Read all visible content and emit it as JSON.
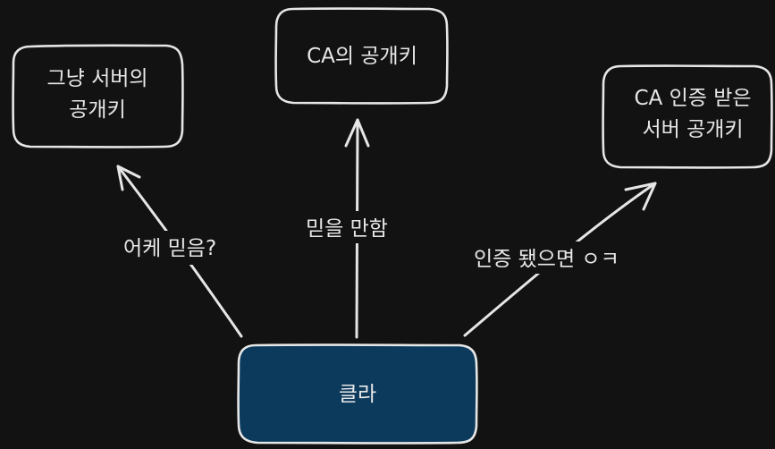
{
  "diagram": {
    "nodes": {
      "client": {
        "label": "클라"
      },
      "server_key": {
        "line1": "그냥 서버의",
        "line2": "공개키"
      },
      "ca_key": {
        "label": "CA의 공개키"
      },
      "ca_server_key": {
        "line1": "CA 인증 받은",
        "line2": "서버 공개키"
      }
    },
    "edges": {
      "to_server_key": {
        "label": "어케 믿음?"
      },
      "to_ca_key": {
        "label": "믿을 만함"
      },
      "to_ca_server_key": {
        "label": "인증 됐으면 ㅇㅋ"
      }
    }
  },
  "colors": {
    "background": "#121212",
    "stroke": "#e6e6e6",
    "client_fill": "#0b3a5c",
    "text": "#e8e8e8"
  }
}
